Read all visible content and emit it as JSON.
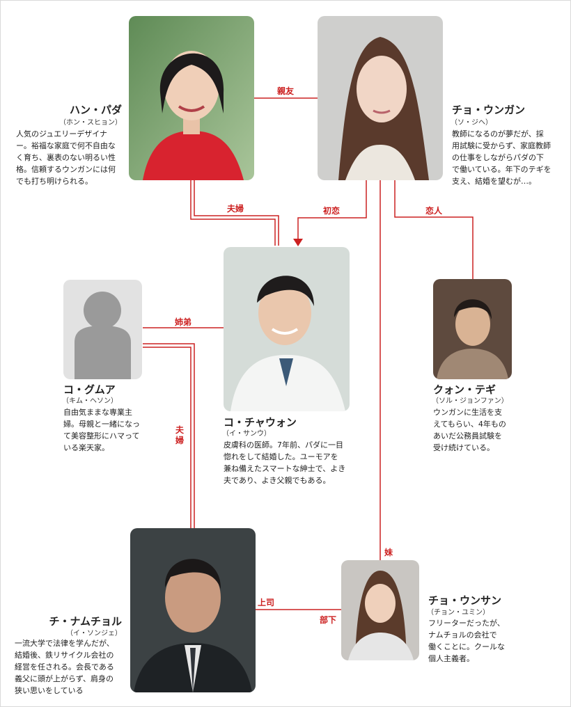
{
  "colors": {
    "line": "#cc2020",
    "text": "#222222"
  },
  "characters": {
    "hanpada": {
      "name": "ハン・パダ",
      "actor": "（ホン・スヒョン）",
      "desc": [
        "人気のジュエリーデザイナ",
        "ー。裕福な家庭で何不自由な",
        "く育ち、裏表のない明るい性",
        "格。信頼するウンガンには何",
        "でも打ち明けられる。"
      ]
    },
    "chounggang": {
      "name": "チョ・ウンガン",
      "actor": "（ソ・ジヘ）",
      "desc": [
        "教師になるのが夢だが、採",
        "用試験に受からず、家庭教師",
        "の仕事をしながらパダの下",
        "で働いている。年下のテギを",
        "支え、結婚を望むが…。"
      ]
    },
    "kochawon": {
      "name": "コ・チャウォン",
      "actor": "（イ・サンウ）",
      "desc": [
        "皮膚科の医師。7年前、パダに一目",
        "惚れをして結婚した。ユーモアを",
        "兼ね備えたスマートな紳士で、よき",
        "夫であり、よき父親でもある。"
      ]
    },
    "kogumua": {
      "name": "コ・グムア",
      "actor": "（キム・ヘソン）",
      "desc": [
        "自由気ままな専業主",
        "婦。母親と一緒になっ",
        "て美容整形にハマって",
        "いる楽天家。"
      ]
    },
    "kwontegi": {
      "name": "クォン・テギ",
      "actor": "（ソル・ジョンファン）",
      "desc": [
        "ウンガンに生活を支",
        "えてもらい、4年もの",
        "あいだ公務員試験を",
        "受け続けている。"
      ]
    },
    "chinamchol": {
      "name": "チ・ナムチョル",
      "actor": "（イ・ソンジェ）",
      "desc": [
        "一流大学で法律を学んだが、",
        "結婚後、鉄リサイクル会社の",
        "経営を任される。会長である",
        "義父に頭が上がらず、肩身の",
        "狭い思いをしている"
      ]
    },
    "chounsan": {
      "name": "チョ・ウンサン",
      "actor": "（チョン・ユミン）",
      "desc": [
        "フリーターだったが、",
        "ナムチョルの会社で",
        "働くことに。クールな",
        "個人主義者。"
      ]
    }
  },
  "relations": {
    "shinyu": "親友",
    "fufu1": "夫婦",
    "hatsukoi": "初恋",
    "koibito": "恋人",
    "shitei": "姉弟",
    "fufu2": "夫婦",
    "imouto": "妹",
    "joushi": "上司",
    "buka": "部下"
  }
}
